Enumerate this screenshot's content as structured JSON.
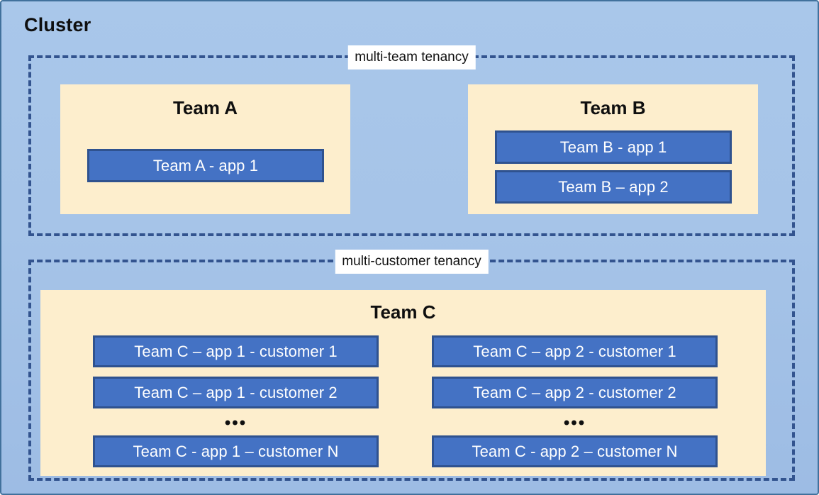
{
  "diagram": {
    "title": "Cluster",
    "background_color": "#a6c4e8",
    "accent_colors": {
      "dashed_border": "#33548f",
      "team_container_fill": "#fdeecd",
      "app_fill": "#4472c4",
      "app_border": "#2f528f",
      "label_background": "#ffffff",
      "text_dark": "#0f0f0f",
      "text_light": "#ffffff"
    },
    "tenancies": [
      {
        "id": "multi-team",
        "label": "multi-team tenancy",
        "teams": [
          {
            "id": "team-a",
            "name": "Team A",
            "apps": [
              {
                "id": "app-a1",
                "label": "Team A - app 1"
              }
            ]
          },
          {
            "id": "team-b",
            "name": "Team B",
            "apps": [
              {
                "id": "app-b1",
                "label": "Team B - app 1"
              },
              {
                "id": "app-b2",
                "label": "Team B – app 2"
              }
            ]
          }
        ]
      },
      {
        "id": "multi-customer",
        "label": "multi-customer tenancy",
        "teams": [
          {
            "id": "team-c",
            "name": "Team C",
            "columns": [
              {
                "id": "team-c-app-1",
                "ellipsis": "•••",
                "apps": [
                  {
                    "id": "app-c1-1",
                    "label": "Team C – app 1 - customer 1"
                  },
                  {
                    "id": "app-c1-2",
                    "label": "Team C – app 1 - customer 2"
                  },
                  {
                    "id": "app-c1-n",
                    "label": "Team C - app 1 – customer N"
                  }
                ]
              },
              {
                "id": "team-c-app-2",
                "ellipsis": "•••",
                "apps": [
                  {
                    "id": "app-c2-1",
                    "label": "Team C – app 2 - customer 1"
                  },
                  {
                    "id": "app-c2-2",
                    "label": "Team C – app 2 - customer 2"
                  },
                  {
                    "id": "app-c2-n",
                    "label": "Team C - app 2 – customer N"
                  }
                ]
              }
            ]
          }
        ]
      }
    ]
  }
}
